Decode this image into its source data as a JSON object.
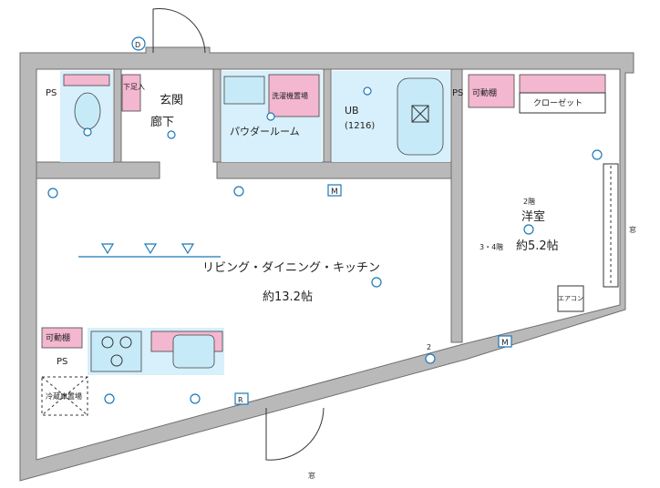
{
  "rooms": {
    "genkan": "玄関",
    "roka": "廊下",
    "powder": "パウダールーム",
    "ub": "UB",
    "ub_size": "(1216)",
    "yoshitsu": "洋室",
    "yoshitsu_size": "約5.2帖",
    "ldk": "リビング・ダイニング・キッチン",
    "ldk_size": "約13.2帖"
  },
  "labels": {
    "ps_top_left": "PS",
    "ps_top_right": "PS",
    "ps_kitchen": "PS",
    "shoebox": "下足入",
    "washer": "洗濯機置場",
    "kadodana_top": "可動棚",
    "closet": "クローゼット",
    "kadodana_kitchen": "可動棚",
    "fridge": "冷蔵庫置場",
    "aircon": "エアコン",
    "balcony_right": "窓",
    "balcony_bottom": "窓"
  },
  "marks": {
    "m1": "M",
    "m2": "M",
    "d": "D",
    "r": "R",
    "s2": "2",
    "light_2kai": "2階",
    "light_34kai": "3・4階"
  },
  "colors": {
    "wall": "#b9b9b9",
    "wet_area": "#d7f0fb",
    "fixture_pink": "#f3b7cf",
    "symbol_blue": "#1a78b8"
  }
}
